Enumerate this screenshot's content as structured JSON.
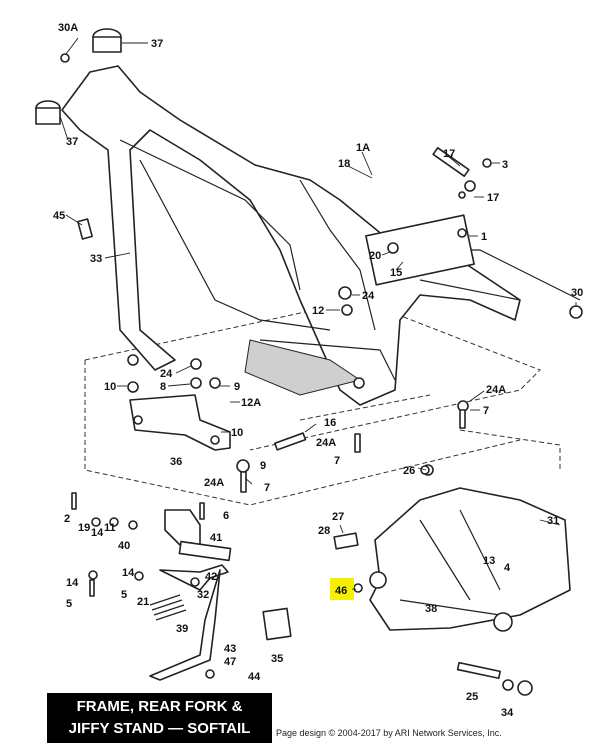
{
  "title": {
    "line1": "FRAME, REAR FORK &",
    "line2": "JIFFY STAND — SOFTAIL"
  },
  "copyright": "Page design © 2004-2017 by ARI Network Services, Inc.",
  "highlight_color": "#f5f000",
  "callouts": [
    "30A",
    "37",
    "37",
    "18",
    "1A",
    "17",
    "3",
    "17",
    "45",
    "1",
    "33",
    "20",
    "15",
    "30",
    "24",
    "12",
    "24",
    "10",
    "8",
    "9",
    "12A",
    "10",
    "36",
    "24A",
    "7",
    "16",
    "24A",
    "7",
    "9",
    "24A",
    "7",
    "26",
    "2",
    "19",
    "14",
    "11",
    "40",
    "6",
    "41",
    "27",
    "28",
    "31",
    "13",
    "4",
    "14",
    "14",
    "42",
    "21",
    "5",
    "5",
    "32",
    "46",
    "38",
    "39",
    "43",
    "47",
    "44",
    "35",
    "25",
    "34"
  ]
}
